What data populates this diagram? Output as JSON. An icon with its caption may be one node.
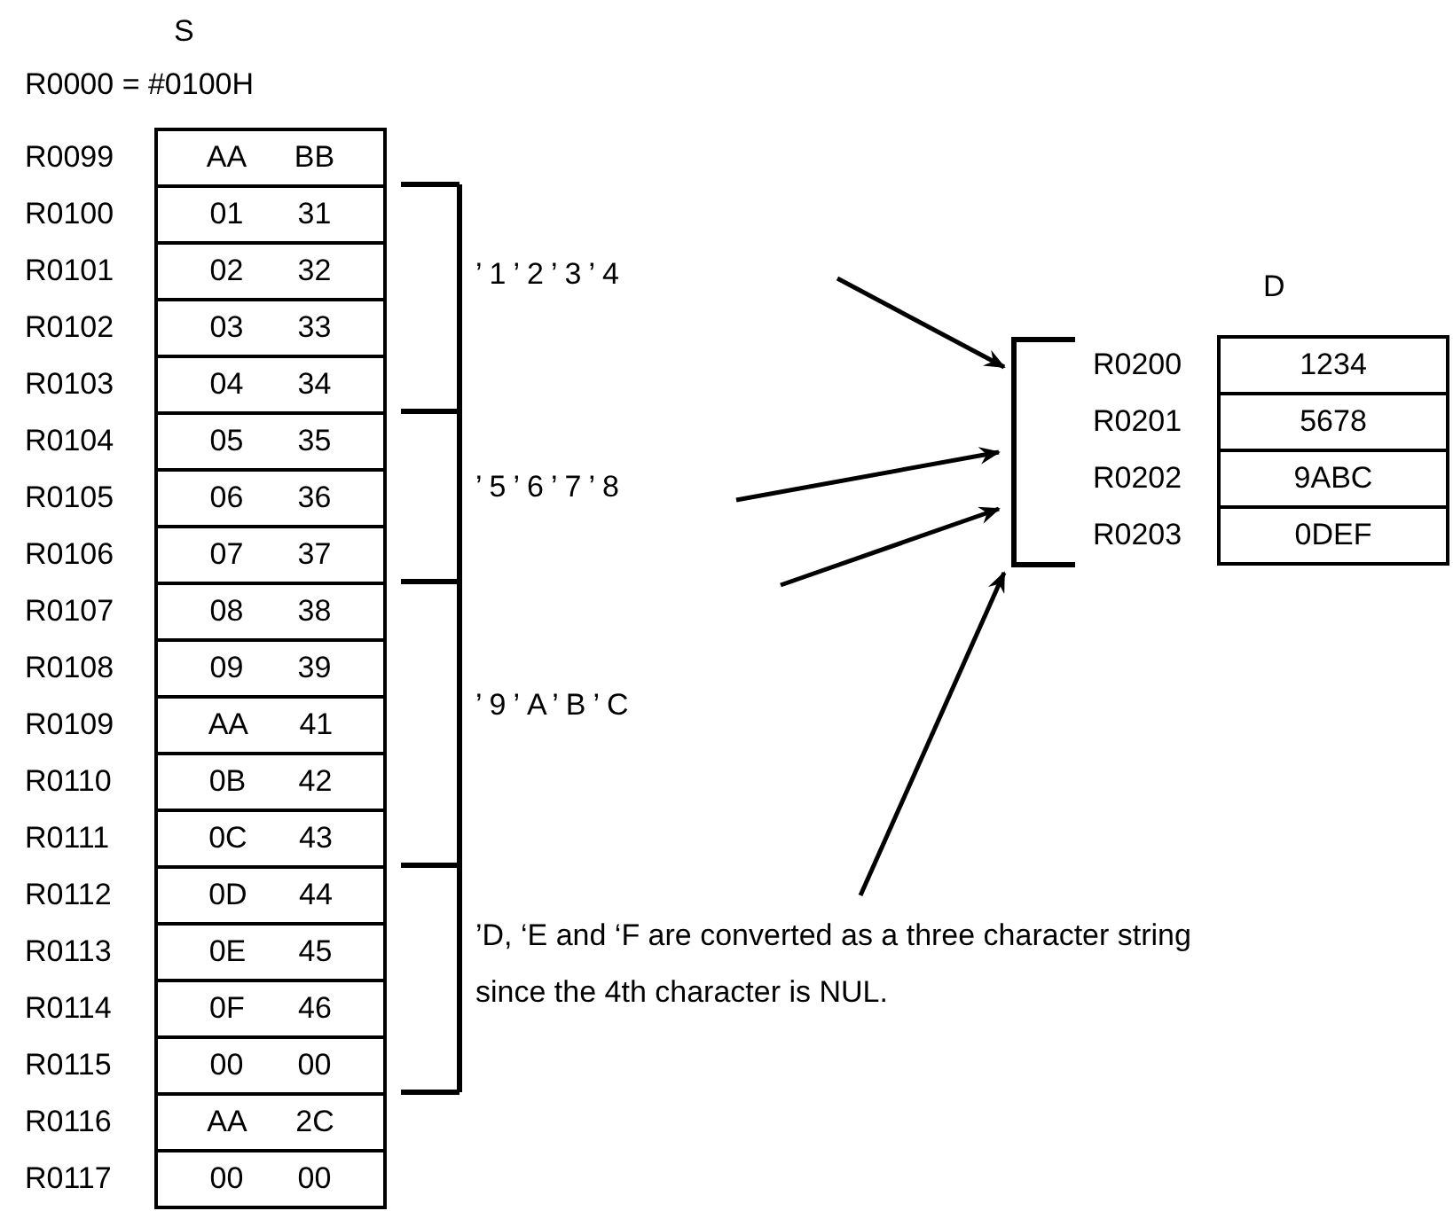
{
  "diagram": {
    "nodes": [
      {
        "text": [
          "’1’2’3’4"
        ]
      },
      {
        "text": [
          "’5’6’7’8"
        ]
      },
      {
        "text": [
          "’9’A’B’C"
        ]
      },
      {
        "text": [
          "’D, ‘E and ‘F are converted as a three character string since the 4th character is NUL."
        ]
      },
      {
        "text": [],
        "shape": "bracket"
      }
    ],
    "edges": [
      {
        "from": null,
        "to": 4,
        "arrow": "to"
      },
      {
        "from": 1,
        "to": 4,
        "arrow": "to"
      },
      {
        "from": null,
        "to": 4,
        "arrow": "to"
      },
      {
        "from": 3,
        "to": 4,
        "arrow": "to"
      }
    ],
    "labels": [
      "S",
      "R0000 = #0100H",
      "R0099",
      "AA",
      "BB",
      "R0100",
      "01",
      "31",
      "R0101",
      "02",
      "32",
      "R0102",
      "03",
      "33",
      "R0103",
      "04",
      "34",
      "R0104",
      "05",
      "35",
      "R0105",
      "06",
      "36",
      "R0106",
      "07",
      "37",
      "R0107",
      "08",
      "38",
      "R0108",
      "09",
      "39",
      "R0109",
      "AA",
      "41",
      "R0110",
      "0B",
      "42",
      "R0111",
      "0C",
      "43",
      "R0112",
      "0D",
      "44",
      "R0113",
      "0E",
      "45",
      "R0114",
      "0F",
      "46",
      "R0115",
      "00",
      "00",
      "R0116",
      "AA",
      "2C",
      "R0117",
      "00",
      "00",
      "D",
      "R0200",
      "1234",
      "R0201",
      "5678",
      "R0202",
      "9ABC",
      "R0203",
      "0DEF"
    ]
  }
}
